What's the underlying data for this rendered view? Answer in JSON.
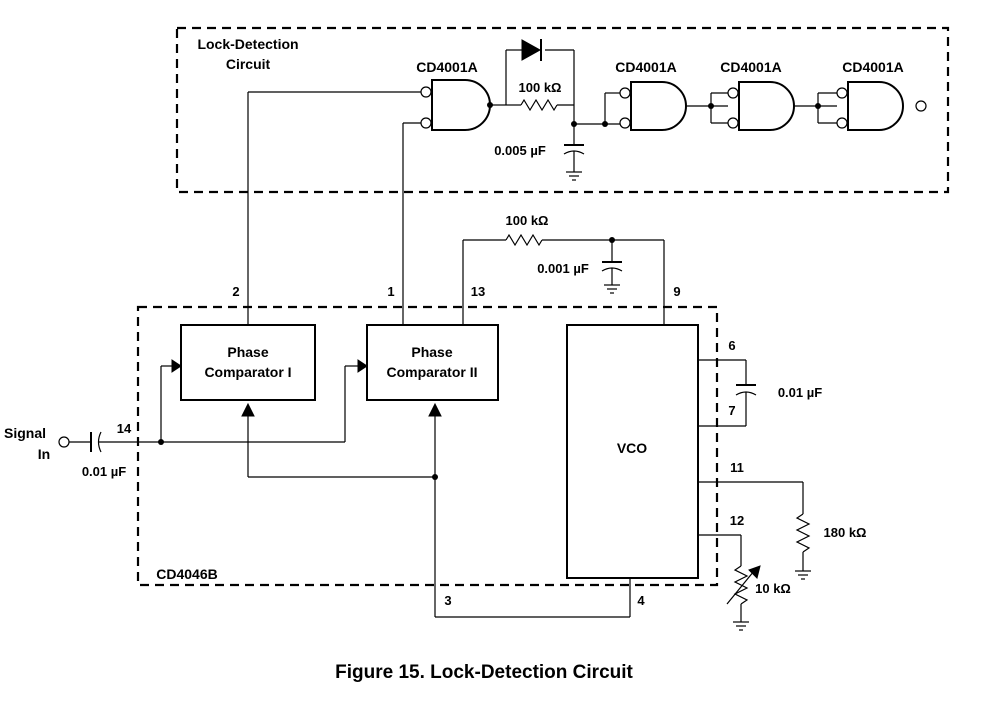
{
  "lock_detection_box": {
    "label_line1": "Lock-Detection",
    "label_line2": "Circuit"
  },
  "gates": [
    "CD4001A",
    "CD4001A",
    "CD4001A",
    "CD4001A"
  ],
  "lock_components": {
    "resistor": "100 kΩ",
    "capacitor": "0.005 µF"
  },
  "filter_components": {
    "resistor": "100 kΩ",
    "capacitor": "0.001 µF"
  },
  "chip": {
    "label": "CD4046B",
    "phase_comparator_1": {
      "line1": "Phase",
      "line2": "Comparator I"
    },
    "phase_comparator_2": {
      "line1": "Phase",
      "line2": "Comparator II"
    },
    "vco": "VCO"
  },
  "pins": {
    "p1": "1",
    "p2": "2",
    "p3": "3",
    "p4": "4",
    "p6": "6",
    "p7": "7",
    "p9": "9",
    "p11": "11",
    "p12": "12",
    "p13": "13",
    "p14": "14"
  },
  "input": {
    "line1": "Signal",
    "line2": "In",
    "capacitor": "0.01 µF"
  },
  "vco_components": {
    "timing_capacitor": "0.01 µF",
    "r1": "180 kΩ",
    "r2": "10 kΩ"
  },
  "caption": "Figure 15.  Lock-Detection Circuit"
}
